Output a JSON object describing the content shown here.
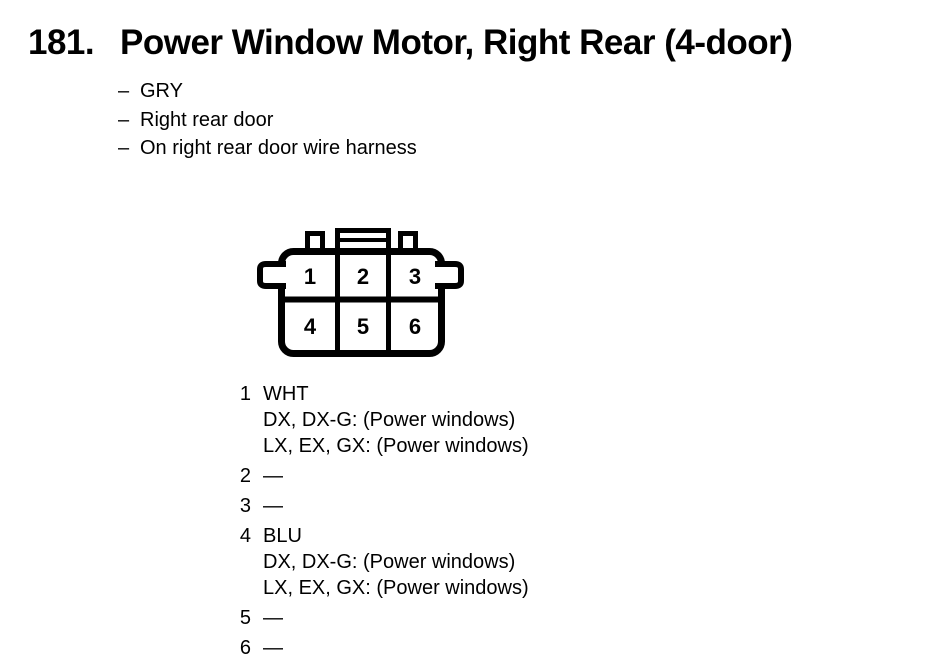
{
  "title": {
    "number": "181.",
    "text": "Power Window Motor, Right Rear (4-door)"
  },
  "notes": {
    "dash": "–",
    "items": [
      "GRY",
      "Right rear door",
      "On right rear door wire harness"
    ]
  },
  "connector": {
    "description": "6-cavity connector, 2 rows by 3 columns, viewed from terminal side",
    "cells": [
      "1",
      "2",
      "3",
      "4",
      "5",
      "6"
    ]
  },
  "pins": [
    {
      "number": "1",
      "lines": [
        "WHT",
        "DX, DX-G: (Power windows)",
        "LX, EX, GX: (Power windows)"
      ]
    },
    {
      "number": "2",
      "lines": [
        "—"
      ]
    },
    {
      "number": "3",
      "lines": [
        "—"
      ]
    },
    {
      "number": "4",
      "lines": [
        "BLU",
        "DX, DX-G: (Power windows)",
        "LX, EX, GX: (Power windows)"
      ]
    },
    {
      "number": "5",
      "lines": [
        "—"
      ]
    },
    {
      "number": "6",
      "lines": [
        "—"
      ]
    }
  ],
  "colors": {
    "ink": "#000000",
    "paper": "#ffffff"
  }
}
